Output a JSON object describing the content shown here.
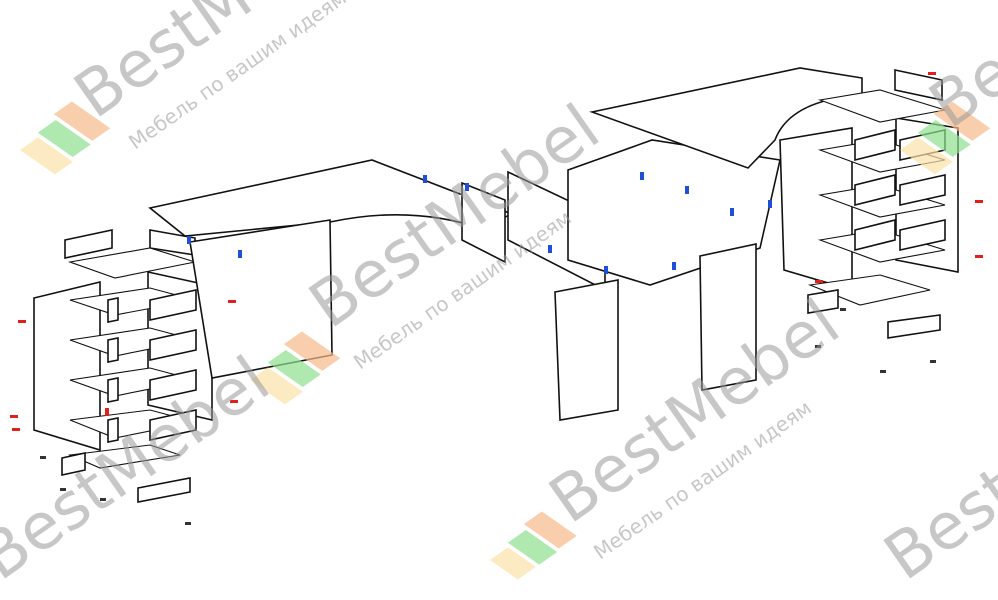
{
  "diagram": {
    "title": "Exploded assembly view of corner desk with drawer pedestals",
    "watermark": {
      "brand": "BestMebel",
      "tagline": "Мебель по вашим идеям"
    },
    "colors": {
      "outline": "#111111",
      "fastener_blue": "#1f4fd8",
      "fastener_red": "#e0201c",
      "logo_orange": "#f6b98a",
      "logo_green": "#8fe08f",
      "logo_yellow": "#fbe3a8"
    }
  }
}
